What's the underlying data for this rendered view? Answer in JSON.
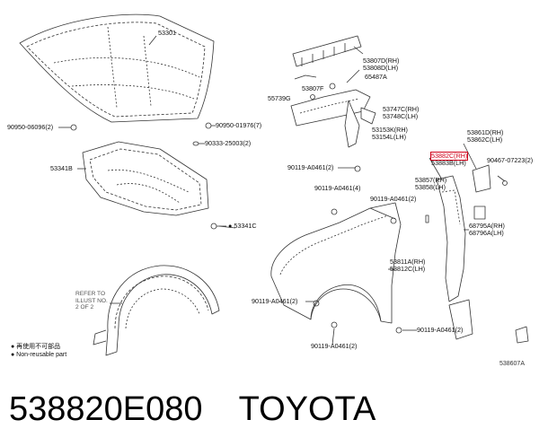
{
  "labels": {
    "p53301": "53301",
    "p90950_06096": "90950-06096(2)",
    "p90950_01976": "90950-01976(7)",
    "p90333_25003": "90333-25003(2)",
    "p53341B": "53341B",
    "p53341C": "53341C",
    "p53807": [
      "53807D(RH)",
      "53808D(LH)"
    ],
    "p53807F": "53807F",
    "p65487A": "65487A",
    "p55739G": "55739G",
    "p53747": [
      "53747C(RH)",
      "53748C(LH)"
    ],
    "p53153": [
      "53153K(RH)",
      "53154L(LH)"
    ],
    "p53861": [
      "53861D(RH)",
      "53862C(LH)"
    ],
    "p53882": [
      "53882C(RH)",
      "53883B(LH)"
    ],
    "p90467": "90467-07223(2)",
    "p53857": [
      "53857(RH)",
      "53858(LH)"
    ],
    "p68795": [
      "68795A(RH)",
      "68796A(LH)"
    ],
    "p90119_2a": "90119-A0461(2)",
    "p90119_4": "90119-A0461(4)",
    "p90119_2b": "90119-A0461(2)",
    "p53811": [
      "53811A(RH)",
      "53812C(LH)"
    ],
    "p90119_2c": "90119-A0461(2)",
    "p90119_2d": "90119-A0461(2)",
    "p90119_2e": "90119-A0461(2)"
  },
  "refer_note": [
    "REFER TO",
    "ILLUST NO.",
    "2 OF 2"
  ],
  "legend": {
    "item1": "● 再使用不可部品",
    "item2": "● Non-reusable part"
  },
  "diagram_ref": "538607A",
  "footer": {
    "part_number": "538820E080",
    "brand": "TOYOTA"
  }
}
